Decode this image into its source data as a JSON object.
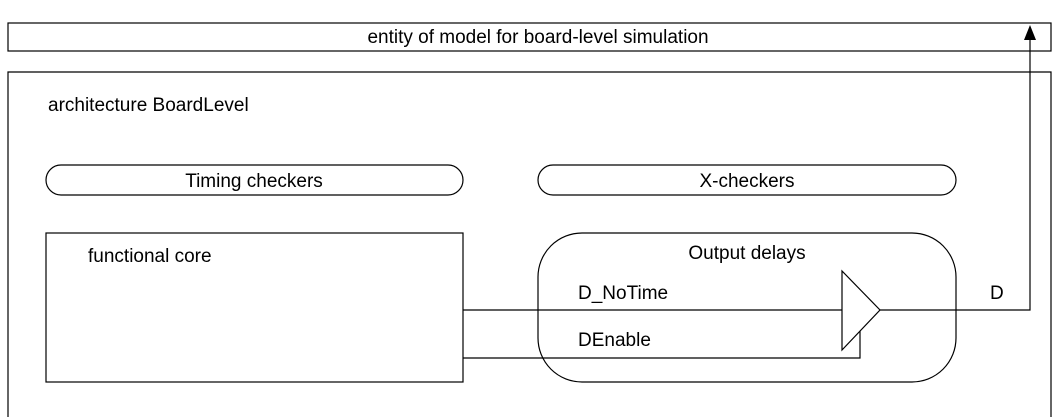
{
  "entity": {
    "label": "entity of model for board-level simulation"
  },
  "architecture": {
    "label": "architecture BoardLevel"
  },
  "checkers": {
    "timing": "Timing checkers",
    "x": "X-checkers"
  },
  "core": {
    "label": "functional core"
  },
  "delays": {
    "label": "Output delays",
    "signal_data": "D_NoTime",
    "signal_enable": "DEnable",
    "output": "D"
  },
  "colors": {
    "stroke": "#000000",
    "background": "#ffffff"
  }
}
